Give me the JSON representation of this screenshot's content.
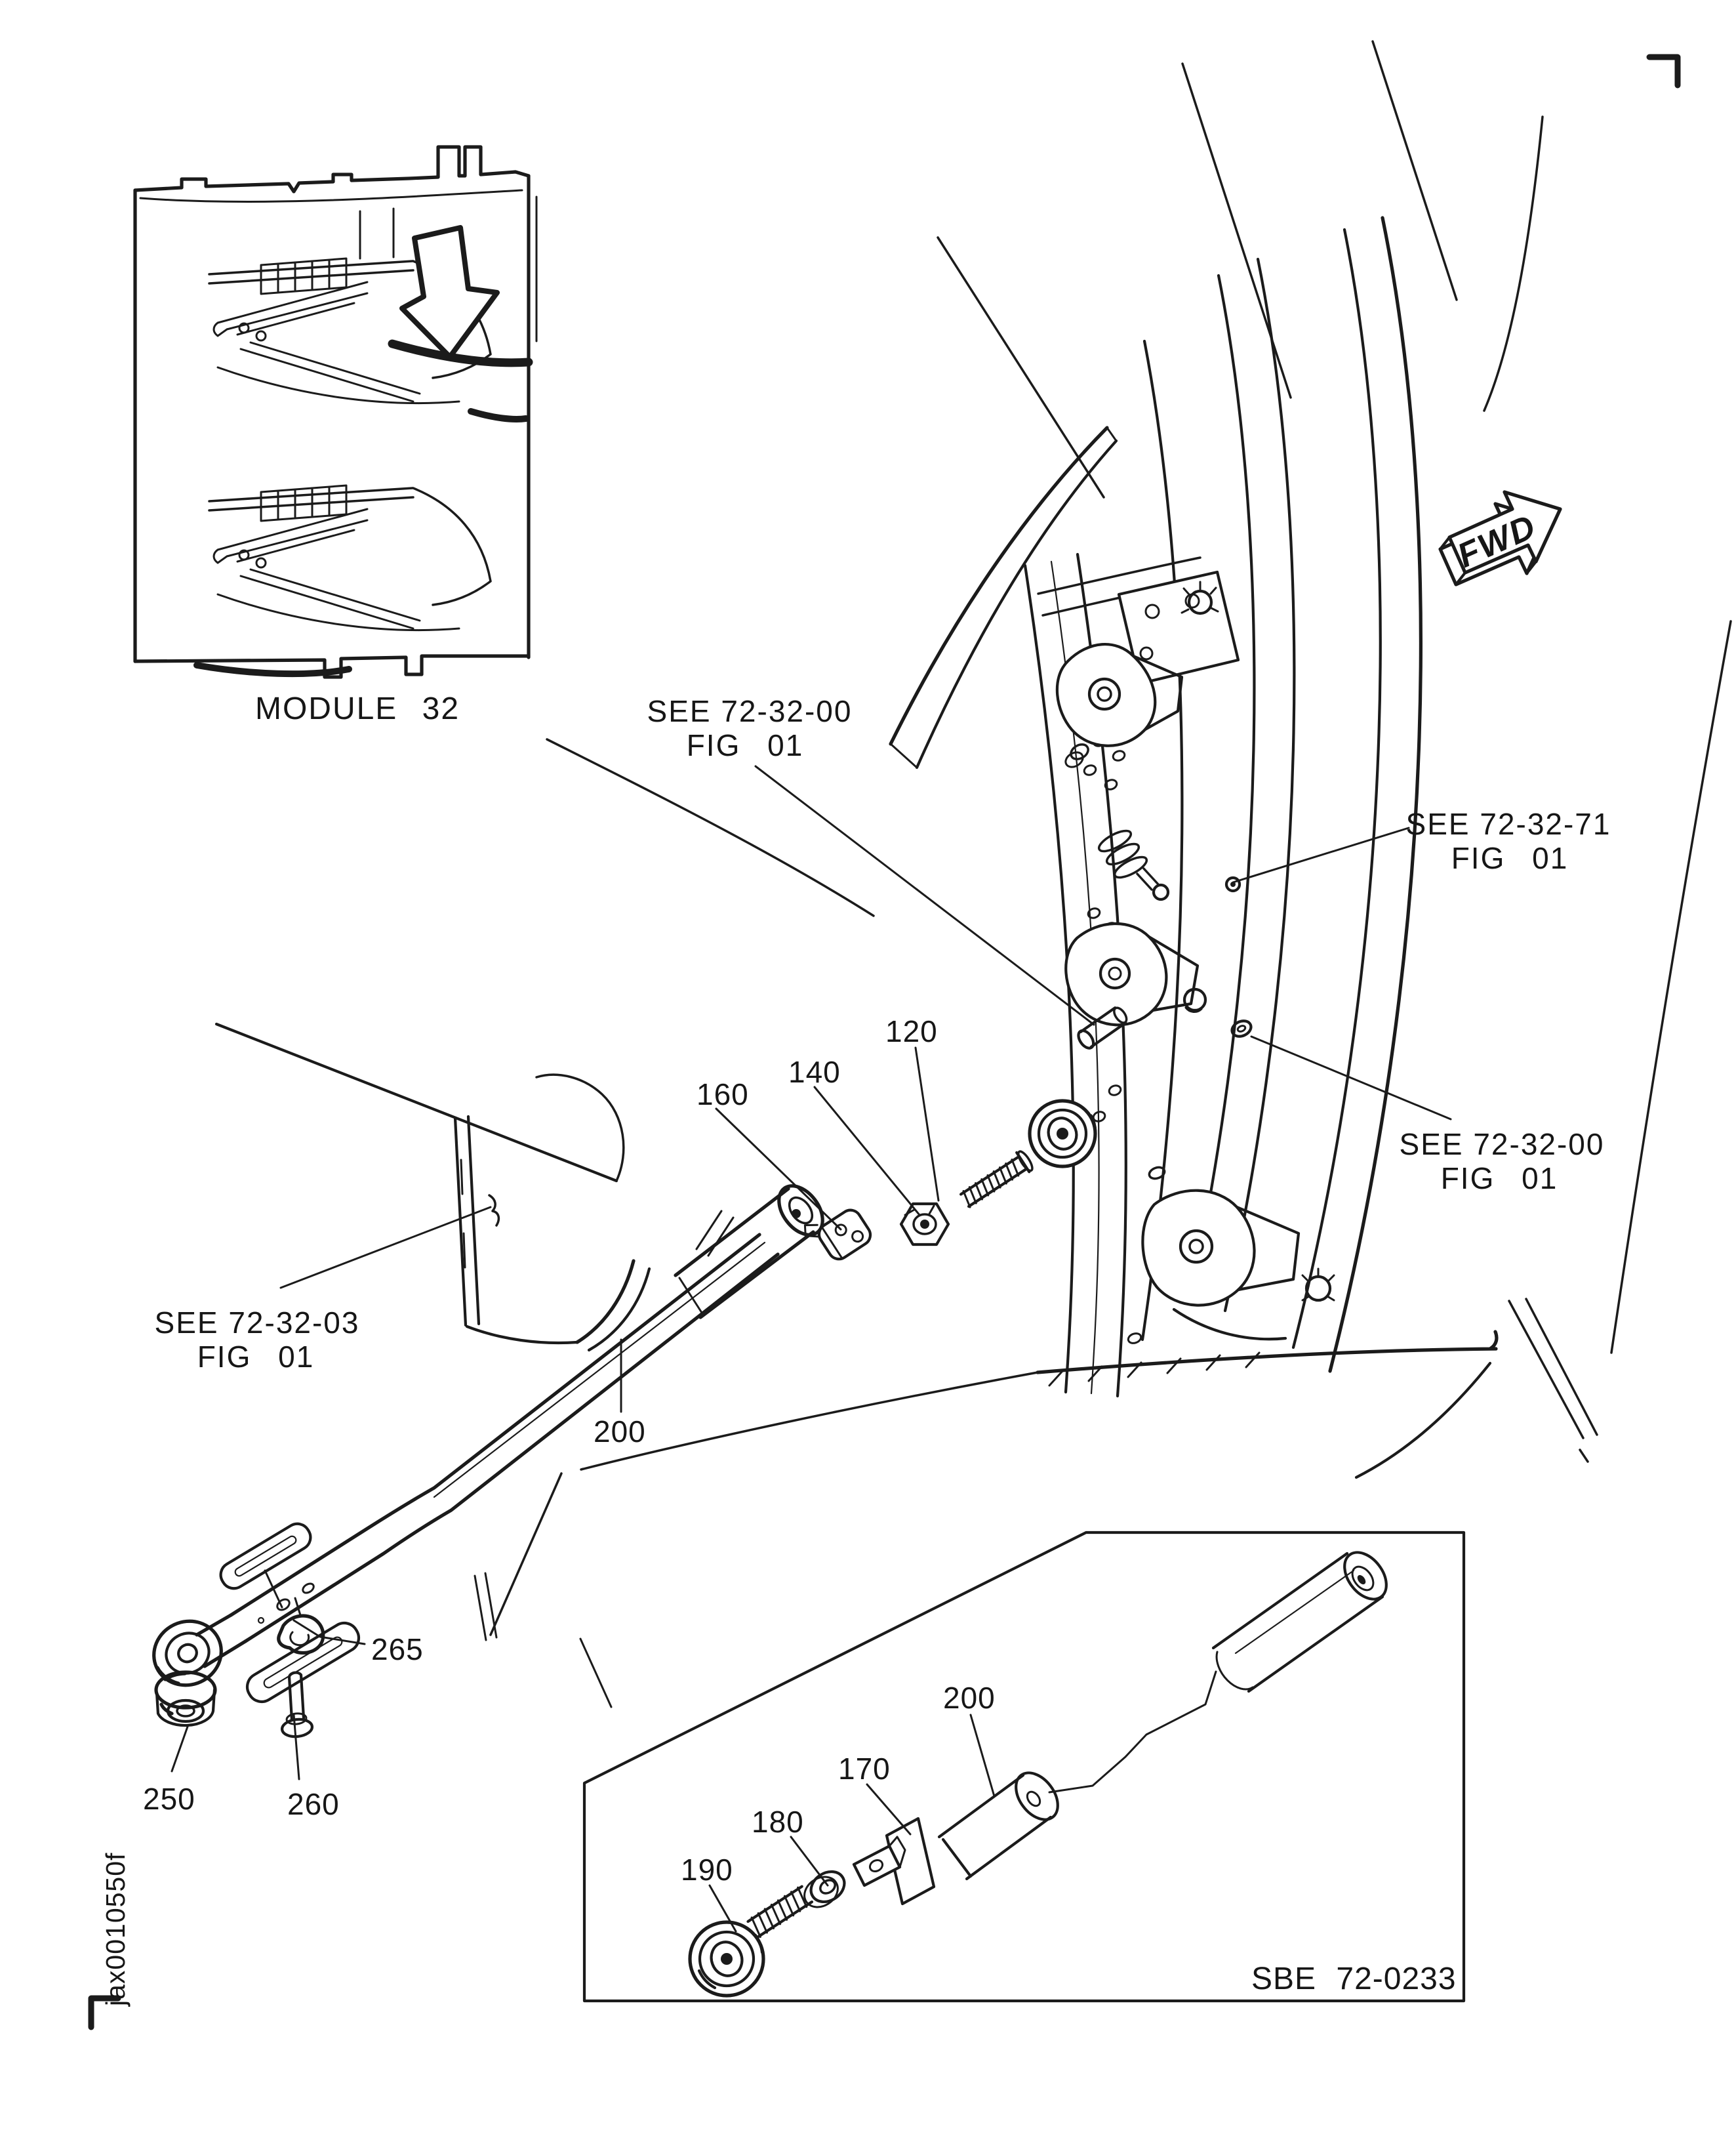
{
  "figure": {
    "module_inset": {
      "caption": "MODULE 32"
    },
    "orientation": {
      "fwd_label": "FWD"
    },
    "doc_id": "jax0010550f",
    "callouts": {
      "ref_top": {
        "line1": "SEE 72-32-00",
        "line2": "FIG 01"
      },
      "ref_right_upper": {
        "line1": "SEE 72-32-71",
        "line2": "FIG 01"
      },
      "ref_right_lower": {
        "line1": "SEE 72-32-00",
        "line2": "FIG 01"
      },
      "ref_left": {
        "line1": "SEE 72-32-03",
        "line2": "FIG 01"
      }
    },
    "part_labels": {
      "p120": "120",
      "p140": "140",
      "p160": "160",
      "p200": "200",
      "p250": "250",
      "p260": "260",
      "p265": "265"
    },
    "detail_inset": {
      "p170": "170",
      "p180": "180",
      "p190": "190",
      "p200": "200",
      "figure_code": "SBE 72-0233"
    }
  }
}
